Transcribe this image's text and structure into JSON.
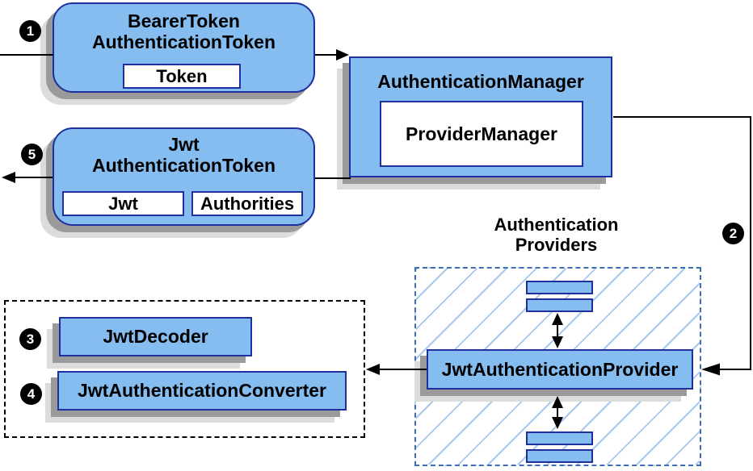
{
  "boxes": {
    "bearer": {
      "title_line1": "BearerToken",
      "title_line2": "AuthenticationToken",
      "token_label": "Token"
    },
    "manager": {
      "title": "AuthenticationManager",
      "inner_label": "ProviderManager"
    },
    "jwt": {
      "title_line1": "Jwt",
      "title_line2": "AuthenticationToken",
      "jwt_label": "Jwt",
      "authorities_label": "Authorities"
    },
    "providers": {
      "title_line1": "Authentication",
      "title_line2": "Providers",
      "provider_label": "JwtAuthenticationProvider"
    },
    "converters": {
      "decoder_label": "JwtDecoder",
      "converter_label": "JwtAuthenticationConverter"
    }
  },
  "steps": {
    "one": "1",
    "two": "2",
    "three": "3",
    "four": "4",
    "five": "5"
  },
  "colors": {
    "box_fill": "#85BDF0",
    "box_border": "#1F2F9E",
    "hatch": "#A8C8EE",
    "dashed_blue": "#3E6DB5",
    "shadow_dark": "#9A9A9A",
    "shadow_light": "#DCDCDC",
    "line": "#000000",
    "badge_bg": "#000000",
    "badge_fg": "#FFFFFF"
  }
}
